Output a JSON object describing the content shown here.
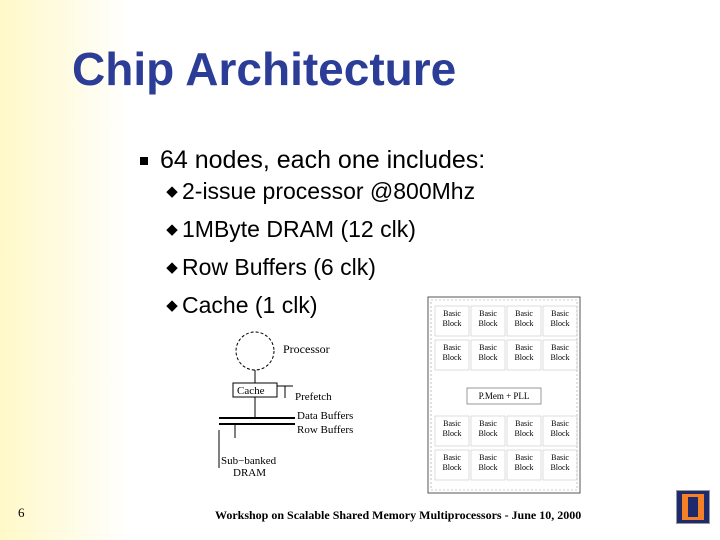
{
  "slide": {
    "title": "Chip Architecture",
    "bullet": "64 nodes, each one includes:",
    "sub_bullets": [
      "2-issue processor @800Mhz",
      "1MByte DRAM (12 clk)",
      "Row Buffers (6 clk)",
      "Cache (1 clk)"
    ],
    "page_number": "6",
    "footer": "Workshop on Scalable Shared Memory Multiprocessors - June 10, 2000"
  },
  "node_diagram": {
    "processor": "Processor",
    "cache": "Cache",
    "prefetch": "Prefetch",
    "data_buffers": "Data Buffers",
    "row_buffers": "Row Buffers",
    "dram_line1": "Sub−banked",
    "dram_line2": "DRAM"
  },
  "chip_diagram": {
    "basic": "Basic",
    "block": "Block",
    "center": "P.Mem + PLL"
  },
  "colors": {
    "title": "#2c3d97",
    "band": "#fff9c8"
  }
}
